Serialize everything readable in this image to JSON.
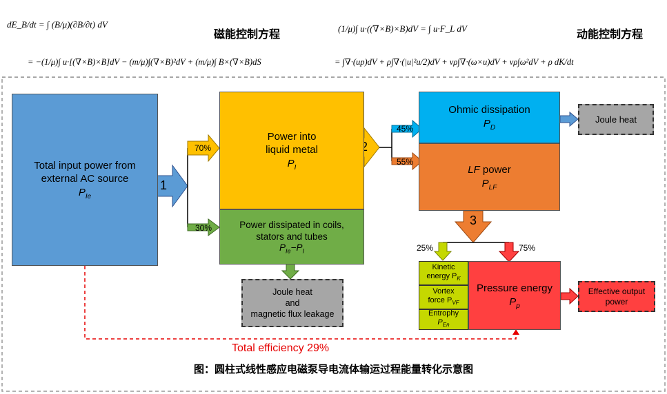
{
  "header": {
    "magnetic_title": "磁能控制方程",
    "kinetic_title": "动能控制方程",
    "eq_mag_line1": "dE_B/dt = ∫ (B/μ)(∂B/∂t) dV",
    "eq_mag_line2": "= −(1/μ)∫ u·[(∇×B)×B]dV − (m/μ)∫(∇×B)²dV + (m/μ)∫ B×(∇×B)dS",
    "eq_kin_line1": "(1/μ)∫ u·((∇×B)×B)dV = ∫ u·F_L dV",
    "eq_kin_line2": "= ∫∇·(up)dV + ρ∫∇·(|u|²u/2)dV + νρ∫∇·(ω×u)dV + νρ∫ω²dV + ρ dK/dt"
  },
  "boxes": {
    "input": {
      "line1": "Total input power from",
      "line2": "external AC  source",
      "symbol": "P",
      "sub": "Ie"
    },
    "liquid": {
      "line1": "Power into",
      "line2": "liquid metal",
      "symbol": "P",
      "sub": "I"
    },
    "coils": {
      "line1": "Power dissipated in coils,",
      "line2": "stators and tubes",
      "symbol": "P",
      "sub1": "Ie",
      "dash": "−",
      "sub2": "I"
    },
    "ohmic": {
      "line1": "Ohmic dissipation",
      "symbol": "P",
      "sub": "D"
    },
    "lf": {
      "line1a": "LF",
      "line1b": " power",
      "symbol": "P",
      "sub": "LF"
    },
    "joule1": {
      "line1": "Joule heat"
    },
    "joule2": {
      "line1": "Joule heat",
      "line2": "and",
      "line3": "magnetic flux leakage"
    },
    "kinetic": {
      "line1": "Kinetic",
      "line2": "energy P",
      "sub": "K"
    },
    "vortex": {
      "line1": "Vortex",
      "line2": "force P",
      "sub": "VF"
    },
    "entrophy": {
      "line1": "Entrophy",
      "line2": "P",
      "sub": "En"
    },
    "pressure": {
      "line1": "Pressure energy",
      "symbol": "P",
      "sub": "p"
    },
    "output": {
      "line1": "Effective output",
      "line2": "power"
    }
  },
  "steps": [
    "1",
    "2",
    "3"
  ],
  "percents": {
    "p70": "70%",
    "p30": "30%",
    "p45": "45%",
    "p55": "55%",
    "p25": "25%",
    "p75": "75%"
  },
  "efficiency": "Total efficiency 29%",
  "caption": "图：圆柱式线性感应电磁泵导电流体输运过程能量转化示意图",
  "colors": {
    "blue": "#5b9bd5",
    "yellow": "#ffc000",
    "green": "#70ad47",
    "cyan": "#00b0f0",
    "orange": "#ed7d31",
    "red": "#ff4040",
    "lime": "#c5d800",
    "gray": "#a6a6a6",
    "efficiency_red": "#e60000"
  }
}
